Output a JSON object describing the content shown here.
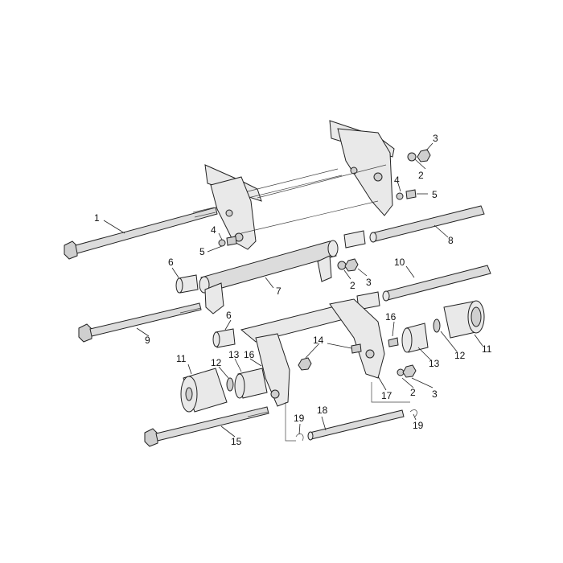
{
  "diagram": {
    "callouts": [
      "1",
      "2",
      "3",
      "4",
      "5",
      "6",
      "7",
      "8",
      "9",
      "10",
      "11",
      "12",
      "13",
      "14",
      "15",
      "16",
      "17",
      "18",
      "19"
    ]
  }
}
